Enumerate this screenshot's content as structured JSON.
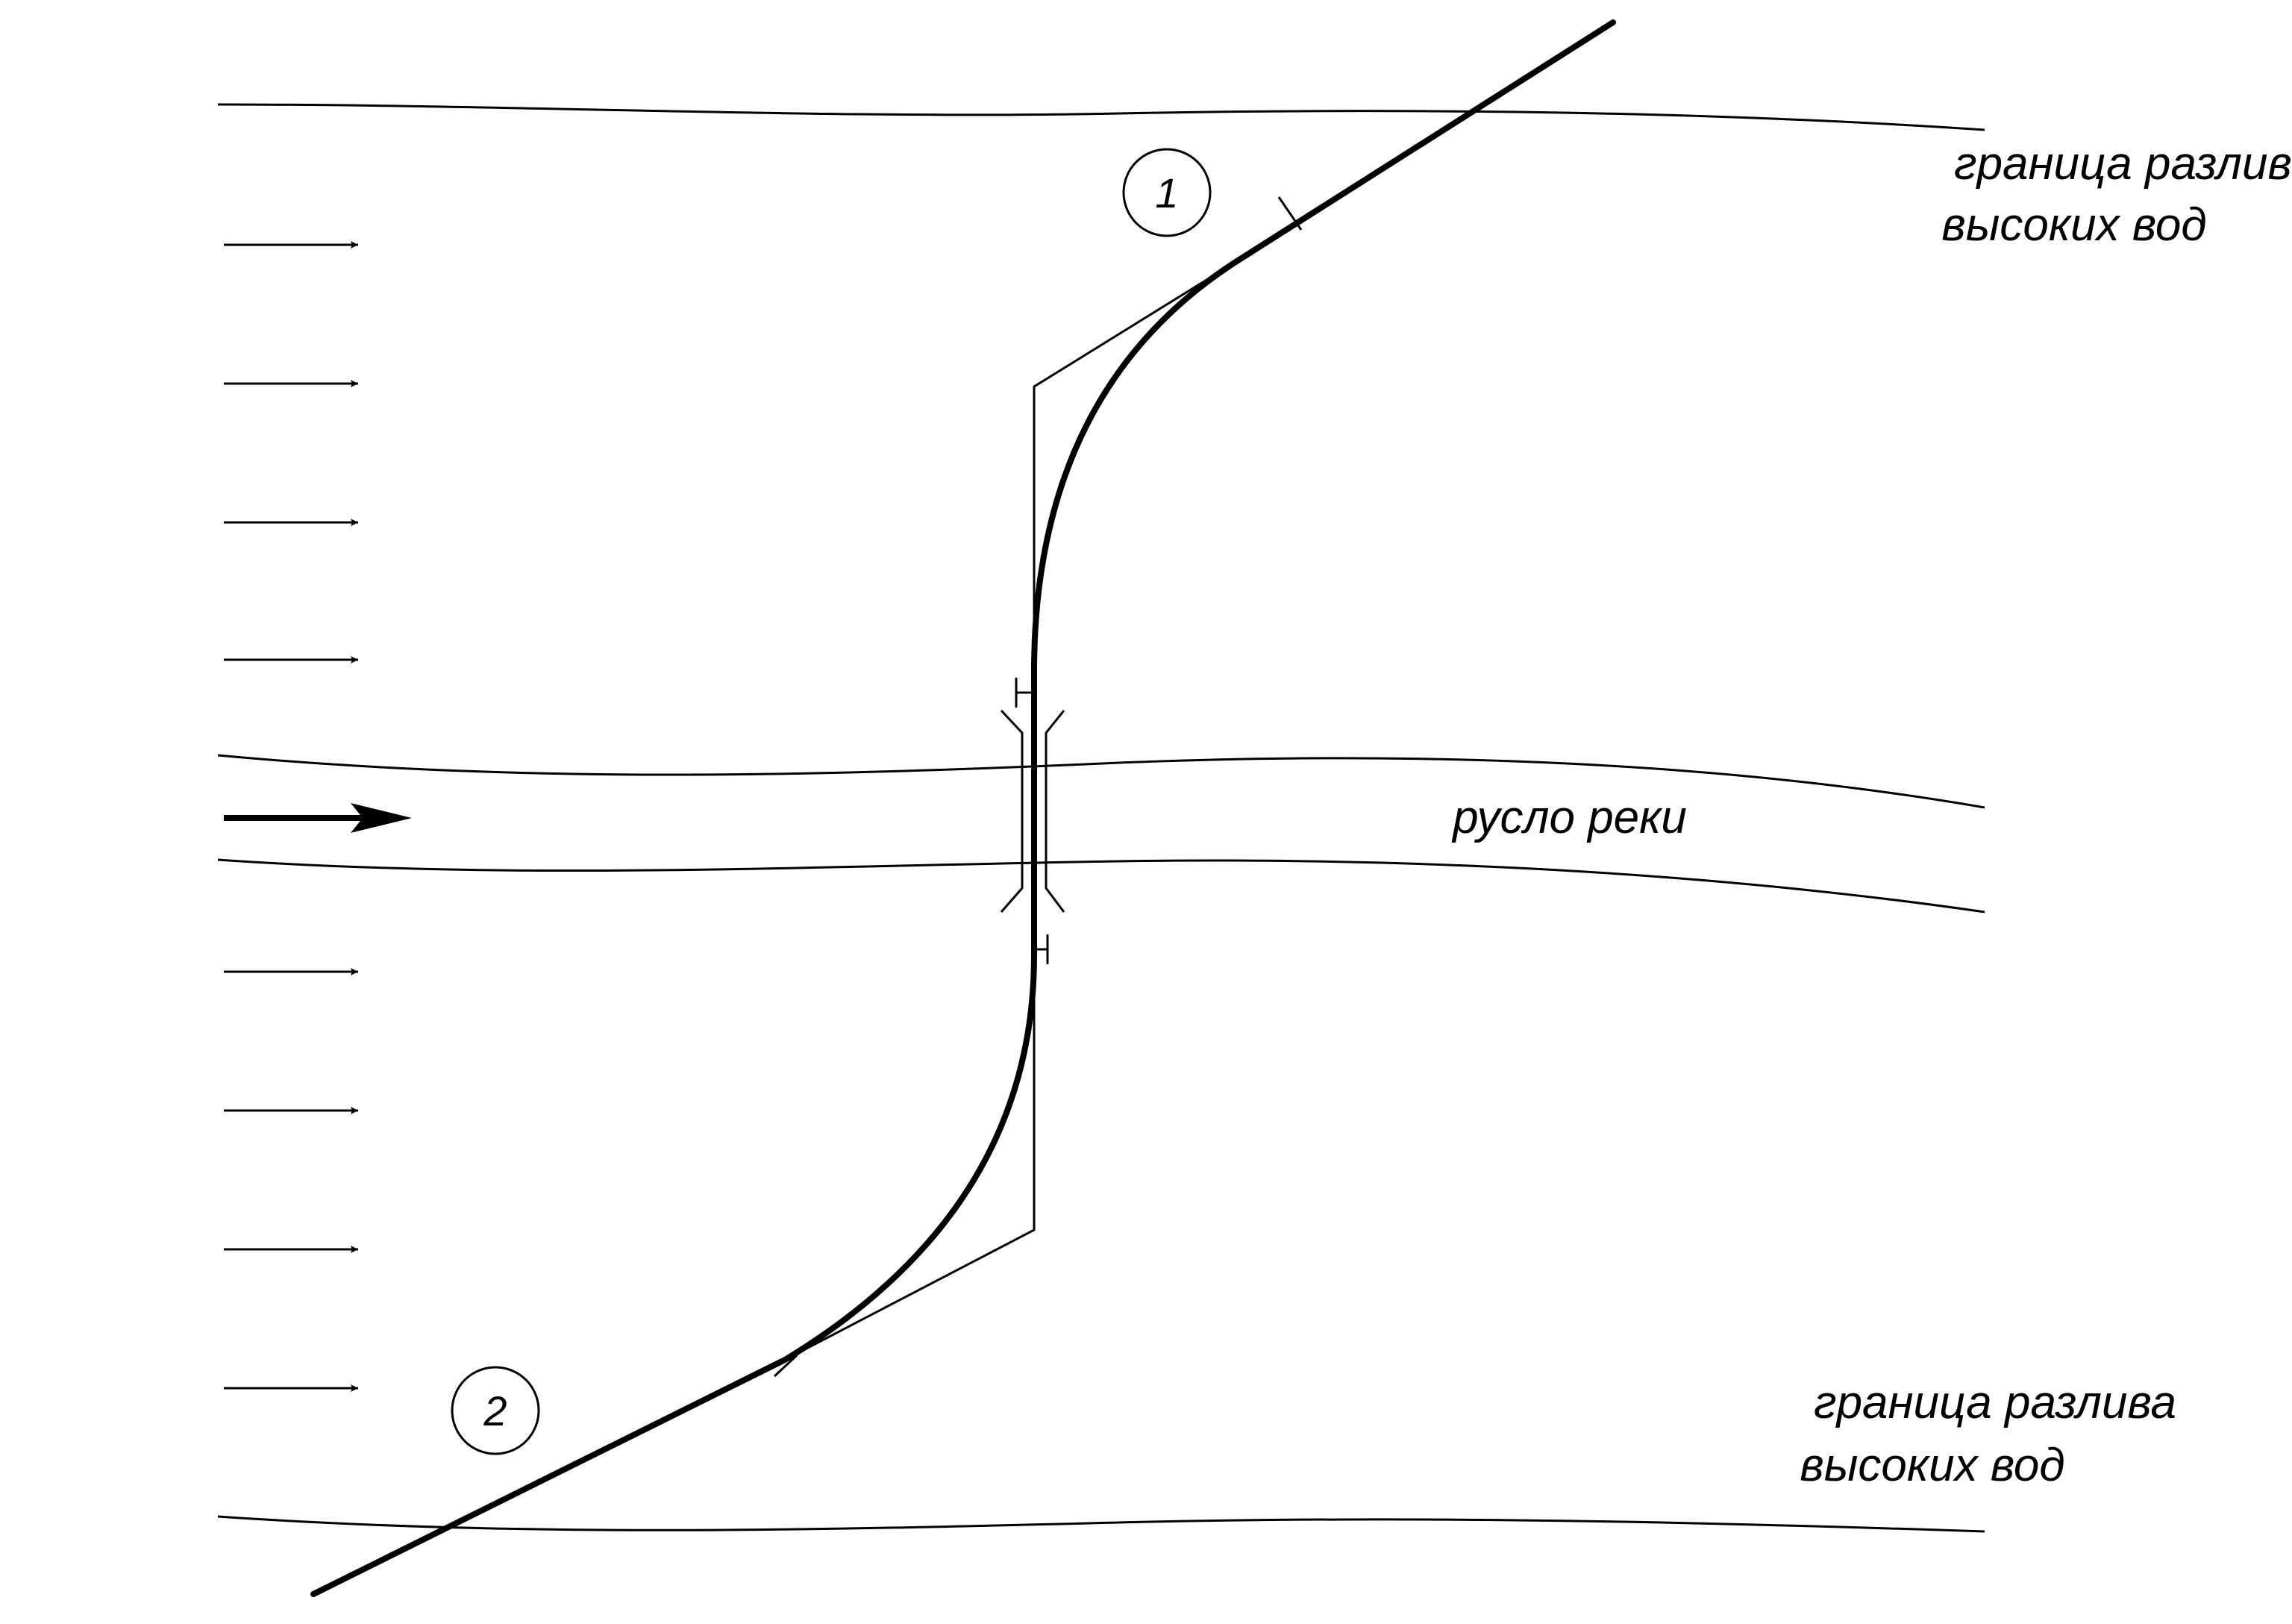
{
  "labels": {
    "flood_top_line1": "граница разлива",
    "flood_top_line2": "высоких вод",
    "river": "русло реки",
    "flood_bottom_line1": "граница разлива",
    "flood_bottom_line2": "высоких вод"
  },
  "markers": {
    "one": "1",
    "two": "2"
  },
  "flow_arrows": {
    "upper_count": 4,
    "lower_count": 4,
    "main_count": 1
  }
}
